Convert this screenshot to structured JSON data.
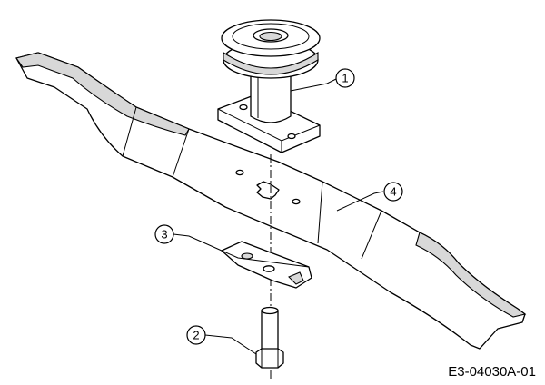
{
  "callouts": [
    {
      "number": "1",
      "part": "pulley"
    },
    {
      "number": "2",
      "part": "bolt"
    },
    {
      "number": "3",
      "part": "blade-adapter-plate"
    },
    {
      "number": "4",
      "part": "mower-blade"
    }
  ],
  "drawing_code": "E3-04030A-01"
}
